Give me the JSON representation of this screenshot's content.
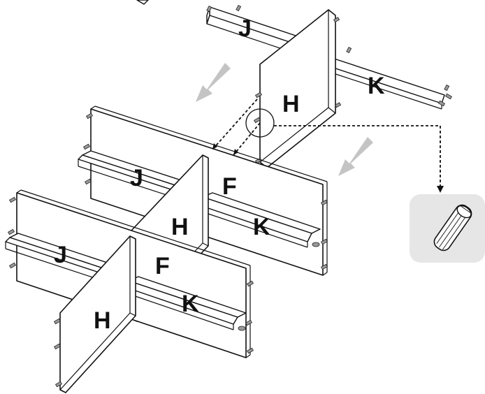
{
  "diagram": {
    "part_labels": {
      "back_j": "J",
      "back_k": "K",
      "back_h": "H",
      "mid_j": "J",
      "mid_f": "F",
      "mid_h": "H",
      "mid_k": "K",
      "front_j": "J",
      "front_f": "F",
      "front_h": "H",
      "front_k": "K"
    },
    "detail_callout": {
      "part": "wooden-dowel"
    },
    "colors": {
      "line": "#111111",
      "callout_bg": "#e6e6e6",
      "arrow": "#c4c4c4",
      "dowel": "#9a9a9a"
    }
  }
}
